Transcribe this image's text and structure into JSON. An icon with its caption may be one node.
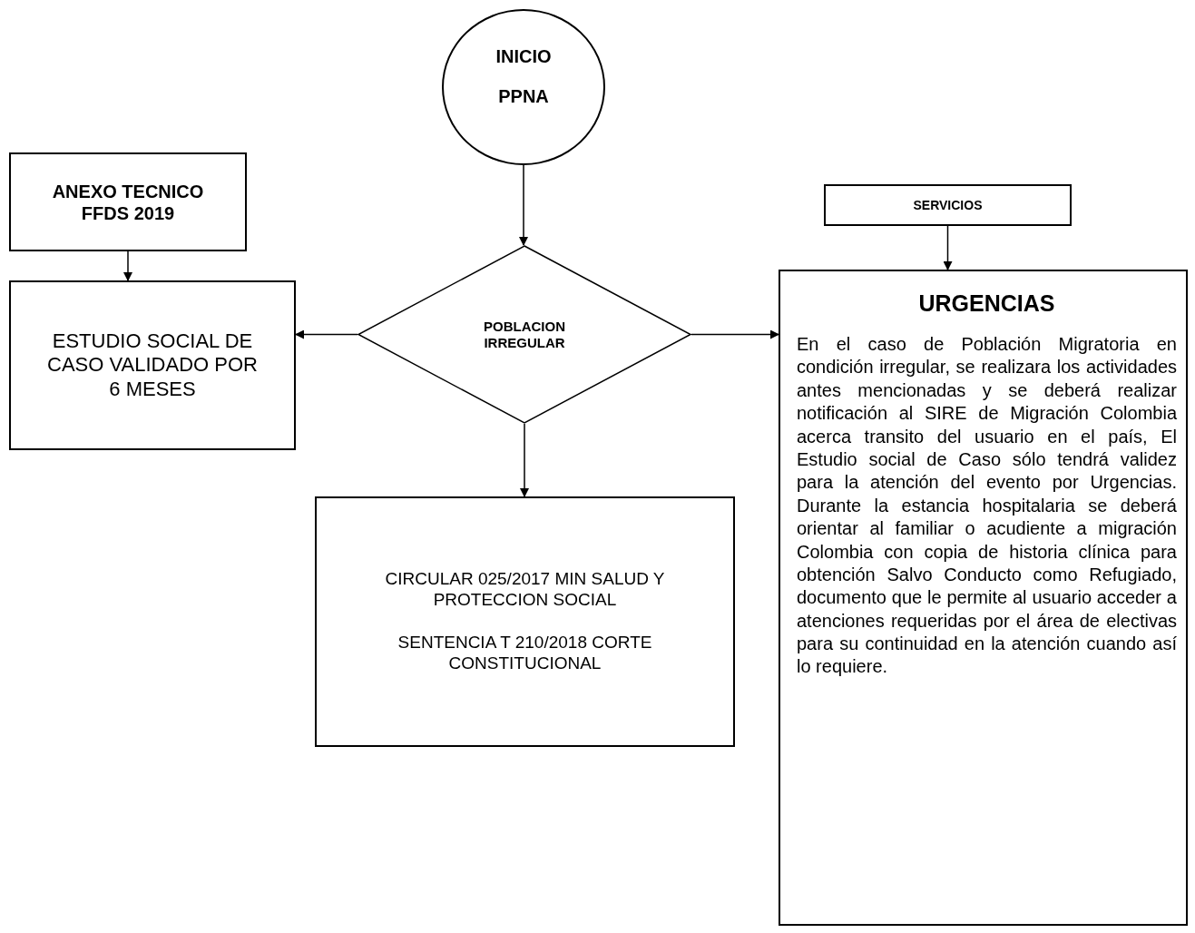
{
  "diagram": {
    "nodes": [
      {
        "text": [
          "INICIO",
          "PPNA"
        ]
      },
      {
        "text": [
          "ANEXO TECNICO FFDS 2019"
        ]
      },
      {
        "text": [
          "ESTUDIO SOCIAL DE CASO VALIDADO POR 6 MESES"
        ]
      },
      {
        "text": [
          "POBLACION IRREGULAR"
        ]
      },
      {
        "text": [
          "CIRCULAR 025/2017 MIN SALUD Y PROTECCION SOCIAL",
          "SENTENCIA T 210/2018 CORTE CONSTITUCIONAL"
        ]
      },
      {
        "text": [
          "SERVICIOS"
        ]
      },
      {
        "text": [
          "URGENCIAS",
          "En el caso de Población Migratoria en condición irregular, se realizara los actividades antes mencionadas y se deberá realizar notificación al SIRE de Migración Colombia acerca transito del usuario en el país, El Estudio social de Caso sólo tendrá validez para la atención del evento por Urgencias. Durante la estancia hospitalaria se deberá orientar al familiar o acudiente a migración Colombia con copia de historia clínica para obtención Salvo Conducto como Refugiado, documento que le permite al usuario acceder a atenciones requeridas por el área de electivas para su continuidad en la atención cuando así lo requiere."
        ]
      }
    ],
    "edges": [
      {
        "from": 0,
        "to": 3,
        "arrow": "to"
      },
      {
        "from": 1,
        "to": 2,
        "arrow": "to"
      },
      {
        "from": 3,
        "to": 2,
        "arrow": "to"
      },
      {
        "from": 3,
        "to": 6,
        "arrow": "to"
      },
      {
        "from": 3,
        "to": 4,
        "arrow": "to"
      },
      {
        "from": 5,
        "to": 6,
        "arrow": "to"
      }
    ]
  }
}
